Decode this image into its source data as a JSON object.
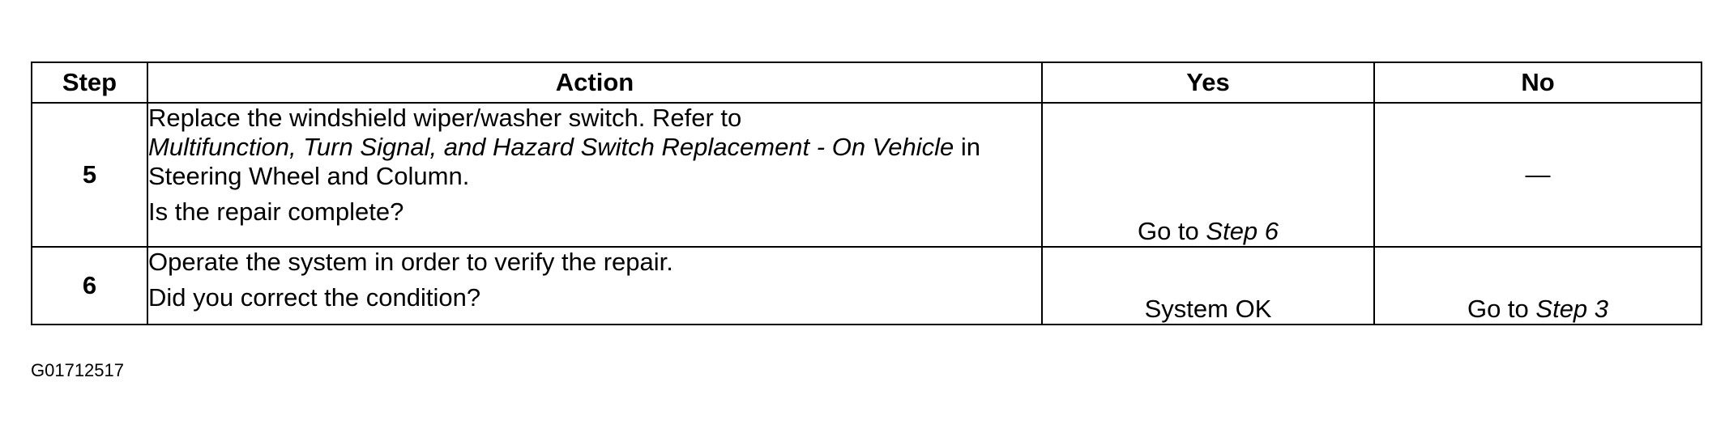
{
  "table": {
    "headers": {
      "step": "Step",
      "action": "Action",
      "yes": "Yes",
      "no": "No"
    },
    "rows": [
      {
        "step": "5",
        "action_lead": "Replace the windshield wiper/washer switch. Refer to",
        "action_ref": "Multifunction, Turn Signal, and Hazard Switch Replacement - On Vehicle",
        "action_tail": "in Steering Wheel and Column.",
        "question": "Is the repair complete?",
        "yes_prefix": "Go to",
        "yes_ref": "Step 6",
        "no_text": "—"
      },
      {
        "step": "6",
        "action_lead": "Operate the system in order to verify the repair.",
        "question": "Did you correct the condition?",
        "yes_text": "System OK",
        "no_prefix": "Go to",
        "no_ref": "Step 3"
      }
    ]
  },
  "figure_id": "G01712517"
}
